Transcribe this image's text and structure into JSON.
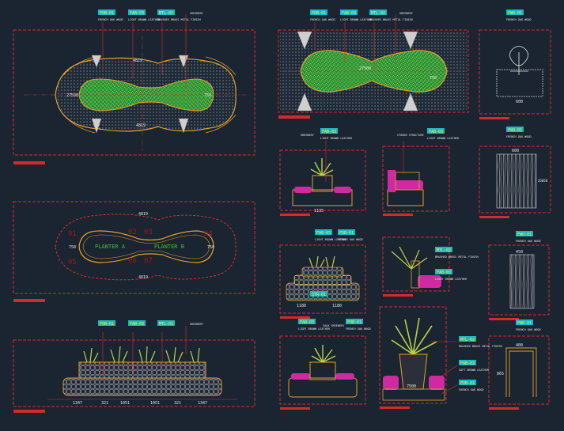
{
  "colors": {
    "background": "#1b2431",
    "frame": "#d42a2a",
    "outline": "#e0a030",
    "leather": "#d02aa0",
    "planting": "#3fbf3f",
    "plant": "#b9d24a",
    "text": "#e8e8e8",
    "dim": "#d03030",
    "tag_bg": "#1ab6c6",
    "tag_text": "#ffee33"
  },
  "tags": {
    "wood": "FOB-01",
    "leather": "FAB-03",
    "metal": "MTL-02",
    "wood_b": "FWO-01",
    "steel": "STR-01"
  },
  "notes": {
    "wood": "FRENCH OAK WOOD",
    "leather": "LIGHT BROWN LEATHER",
    "metal": "BRUSHED BRASS METAL FINISH",
    "greenery": "GREENERY",
    "structure": "STORED STRUCTURE",
    "soft": "SOFT BROWN LEATHER",
    "faux": "FAUX GREENERY"
  },
  "planters": {
    "a": "PLANTER A",
    "b": "PLANTER B",
    "nums": [
      "01",
      "02",
      "03",
      "04",
      "05",
      "06",
      "07"
    ]
  },
  "dims": {
    "d1": "4819",
    "d2": "27500",
    "d3": "750",
    "d4": "1347",
    "d5": "321",
    "d6": "1051",
    "d7": "1135",
    "d8": "1180",
    "d9": "600",
    "d10": "450",
    "d11": "7500",
    "d12": "865",
    "d13": "400",
    "d14": "26050"
  }
}
